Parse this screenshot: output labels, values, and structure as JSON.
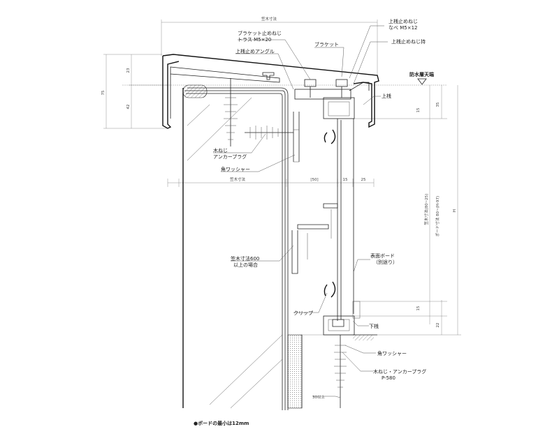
{
  "labels": {
    "bracket_screw": "ブラケット止めねじ",
    "bracket_screw_spec": "トラス M5×20",
    "bracket": "ブラケット",
    "upper_frame_screw": "上桟止めねじ",
    "upper_frame_screw_spec": "なべ M5×12",
    "upper_frame_screw_seat": "上桟止めねじ持",
    "upper_frame_angle": "上桟止めアングル",
    "waterproof_top": "防水層天端",
    "upper_frame": "上桟",
    "wood_screw": "木ねじ",
    "anchor_plug": "アンカープラグ",
    "square_washer_top": "角ワッシャー",
    "span_note_line1": "笠木寸法600",
    "span_note_line2": "以上の場合",
    "facing_board_line1": "表面ボード",
    "facing_board_line2": "（別途り）",
    "clip": "クリップ",
    "lower_frame": "下桟",
    "square_washer_bottom": "角ワッシャー",
    "wood_screw_anchor": "木ねじ・アンカープラグ",
    "anchor_spec": "P-580"
  },
  "dimensions": {
    "top_width": "笠木寸法",
    "left_height": "75",
    "left_upper": "23",
    "left_lower": "42",
    "right_35": "35",
    "right_15a": "15",
    "right_15b": "15",
    "right_22": "22",
    "mid_width": "笠木寸法",
    "dim_50": "[50]",
    "dim_15": "15",
    "dim_25": "25",
    "vertical_range": "笠木寸法(80~25)",
    "vertical_board": "ボード寸法 80~(H-97)",
    "height_H": "H",
    "bottom_30": "30以上"
  },
  "footnote": "●ボードの最小は12mm"
}
